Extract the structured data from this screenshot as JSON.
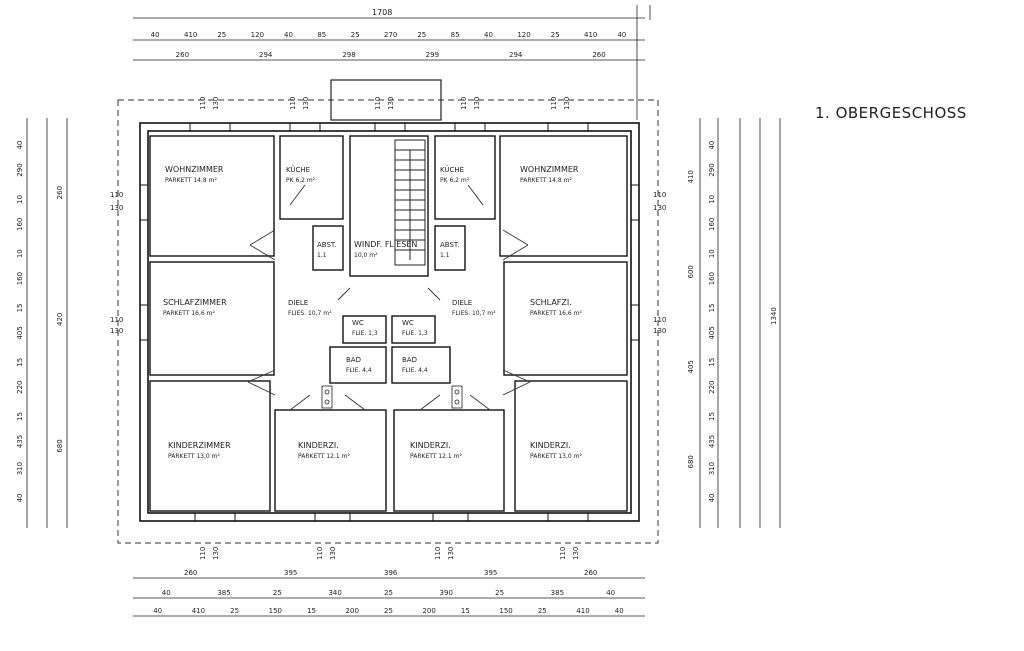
{
  "title": "1. OBERGESCHOSS",
  "rooms": [
    {
      "name": "WOHNZIMMER",
      "sub": "PARKETT 14,8 m²"
    },
    {
      "name": "KÜCHE",
      "sub": "PK 6,2 m²"
    },
    {
      "name": "WINDF. FLIESEN",
      "sub": "10,0 m²"
    },
    {
      "name": "KÜCHE",
      "sub": "PK 6,2 m²"
    },
    {
      "name": "WOHNZIMMER",
      "sub": "PARKETT 14,8 m²"
    },
    {
      "name": "ABST.",
      "sub": "1,1"
    },
    {
      "name": "ABST.",
      "sub": "1,1"
    },
    {
      "name": "SCHLAFZIMMER",
      "sub": "PARKETT 16,6 m²"
    },
    {
      "name": "DIELE",
      "sub": "FLIES. 10,7 m²"
    },
    {
      "name": "DIELE",
      "sub": "FLIES. 10,7 m²"
    },
    {
      "name": "SCHLAFZI.",
      "sub": "PARKETT 16,6 m²"
    },
    {
      "name": "WC",
      "sub": "FLIE. 1,3"
    },
    {
      "name": "WC",
      "sub": "FLIE. 1,3"
    },
    {
      "name": "BAD",
      "sub": "FLIE. 4,4"
    },
    {
      "name": "BAD",
      "sub": "FLIE. 4,4"
    },
    {
      "name": "KINDERZIMMER",
      "sub": "PARKETT 13,0 m²"
    },
    {
      "name": "KINDERZI.",
      "sub": "PARKETT 12,1 m²"
    },
    {
      "name": "KINDERZI.",
      "sub": "PARKETT 12,1 m²"
    },
    {
      "name": "KINDERZI.",
      "sub": "PARKETT 13,0 m²"
    }
  ],
  "dims": {
    "overall_top": "1708",
    "top_row1": [
      "40",
      "410",
      "25",
      "120",
      "40",
      "85",
      "25",
      "270",
      "25",
      "85",
      "40",
      "120",
      "25",
      "410",
      "40"
    ],
    "top_row2": [
      "260",
      "294",
      "298",
      "299",
      "294",
      "260"
    ],
    "openings_top": [
      "110",
      "130",
      "110",
      "130",
      "110",
      "130",
      "110",
      "130",
      "110",
      "130"
    ],
    "left_outer": [
      "40",
      "290",
      "10",
      "160",
      "10",
      "160",
      "15",
      "405",
      "15",
      "220",
      "15",
      "435",
      "310",
      "40"
    ],
    "left_mid": [
      "260",
      "420",
      "680"
    ],
    "left_open": [
      "110",
      "130",
      "110",
      "130"
    ],
    "right_outer": [
      "40",
      "290",
      "10",
      "160",
      "10",
      "160",
      "15",
      "405",
      "15",
      "220",
      "15",
      "435",
      "310",
      "40"
    ],
    "right_mid": [
      "410",
      "600",
      "405",
      "680"
    ],
    "right_total": "1340",
    "right_open": [
      "110",
      "130",
      "110",
      "130"
    ],
    "bottom_row1": [
      "260",
      "395",
      "396",
      "395",
      "260"
    ],
    "bottom_row2": [
      "40",
      "385",
      "25",
      "340",
      "25",
      "390",
      "25",
      "385",
      "40"
    ],
    "bottom_row3": [
      "40",
      "410",
      "25",
      "150",
      "15",
      "200",
      "25",
      "200",
      "15",
      "150",
      "25",
      "410",
      "40"
    ],
    "openings_bottom": [
      "110",
      "130",
      "110",
      "130",
      "110",
      "130",
      "110",
      "130"
    ]
  }
}
